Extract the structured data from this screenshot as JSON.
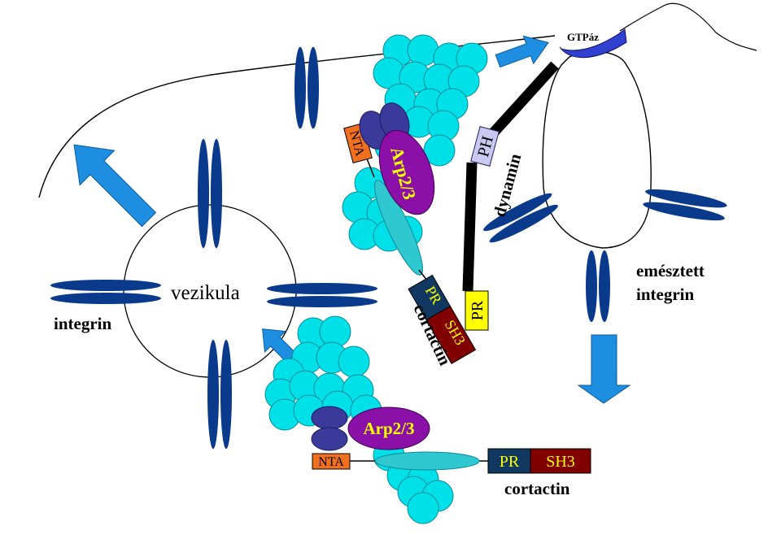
{
  "labels": {
    "vesicle": "vezikula",
    "integrin": "integrin",
    "digested_line1": "emésztett",
    "digested_line2": "integrin",
    "gtpase": "GTPáz",
    "dynamin": "dynamin",
    "ph": "PH",
    "pr": "PR",
    "sh3": "SH3",
    "nta": "NTA",
    "arp": "Arp2/3",
    "cortactin": "cortactin"
  },
  "colors": {
    "integrin": "#0a3a8c",
    "actin": "#00e0e8",
    "arrow": "#1e8fe0",
    "arp_body": "#8a10a8",
    "arp_cap": "#3a3a9a",
    "nta": "#f07020",
    "cortactin_rod": "#30c8d0",
    "pr_box": "#103860",
    "sh3_box": "#800000",
    "pr_dynamin_box": "#ffff00",
    "ph_box": "#c8c8f0",
    "label_yellow": "#ffff00",
    "gtpase_blue": "#3040d0"
  }
}
